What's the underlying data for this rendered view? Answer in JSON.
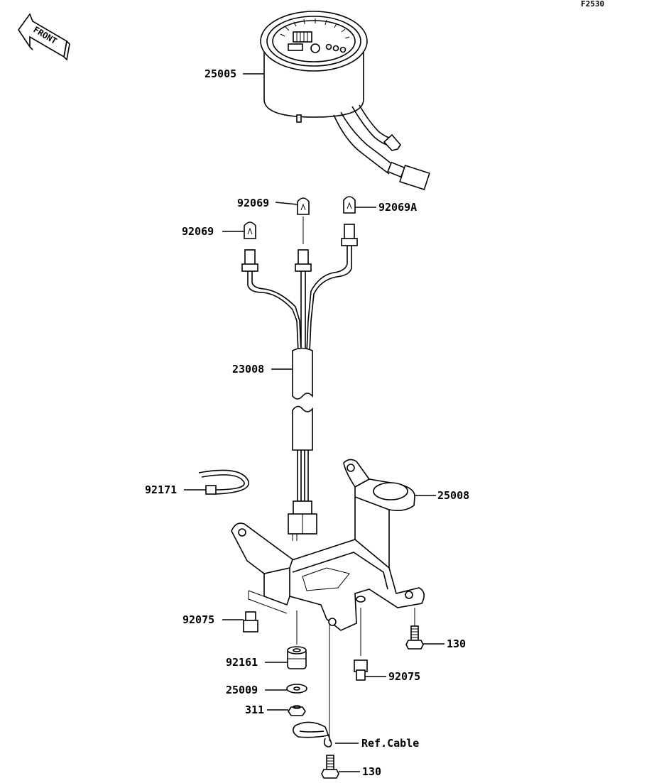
{
  "sheet_id": "F2530",
  "front_marker": "FRONT",
  "labels": {
    "speedometer": "25005",
    "bulb_top": "92069",
    "bulb_left": "92069",
    "bulb_right": "92069A",
    "harness": "23008",
    "band": "92171",
    "bracket": "25008",
    "collar_left": "92075",
    "collar_right": "92075",
    "damper": "92161",
    "washer": "25009",
    "nut": "311",
    "bolt_right": "130",
    "bolt_bottom": "130",
    "ref_cable": "Ref.Cable"
  }
}
